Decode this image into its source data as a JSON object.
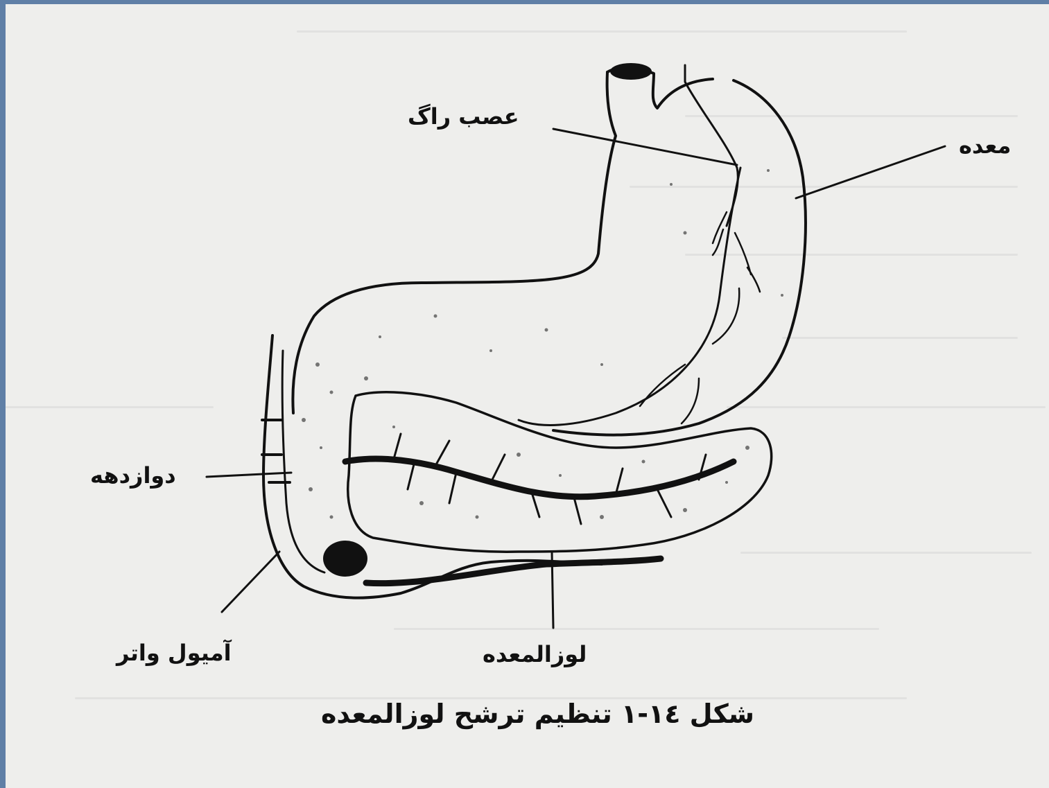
{
  "labels": {
    "vagus_nerve": "عصب راگ",
    "stomach": "معده",
    "duodenum": "دوازدهه",
    "ampulla_of_vater": "آمیول واتر",
    "pancreas": "لوزالمعده"
  },
  "caption": {
    "prefix": "شکل",
    "number": "١٤-١",
    "title": "تنظیم ترشح لوزالمعده"
  },
  "colors": {
    "frame": "#5f7fa6",
    "paper": "#eeeeec",
    "ink": "#111111"
  }
}
